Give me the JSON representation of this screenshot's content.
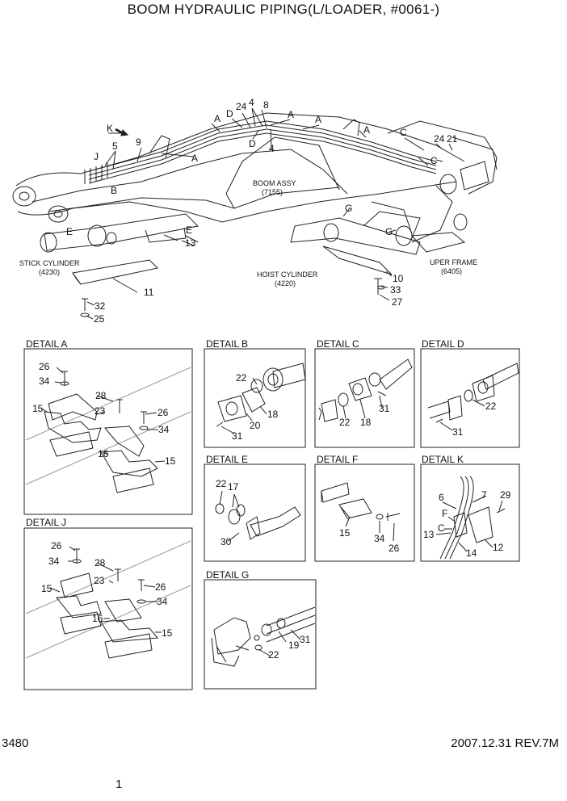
{
  "title": "BOOM HYDRAULIC PIPING(L/LOADER, #0061-)",
  "main": {
    "letters": [
      "K",
      "J",
      "B",
      "E",
      "A",
      "A",
      "D",
      "D",
      "A",
      "A",
      "A",
      "C",
      "C",
      "G",
      "G",
      "E"
    ],
    "parts": [
      "5",
      "9",
      "24",
      "4",
      "8",
      "4",
      "24",
      "21",
      "13",
      "10",
      "33",
      "27",
      "11",
      "32",
      "25"
    ],
    "assemblies": {
      "boom": [
        "BOOM ASSY",
        "(7155)"
      ],
      "stick": [
        "STICK CYLINDER",
        "(4230)"
      ],
      "hoist": [
        "HOIST CYLINDER",
        "(4220)"
      ],
      "upper": [
        "UPER FRAME",
        "(6405)"
      ]
    }
  },
  "details": {
    "a": {
      "title": "DETAIL A",
      "labels": [
        "26",
        "34",
        "28",
        "15",
        "23",
        "26",
        "34",
        "16",
        "15"
      ]
    },
    "b": {
      "title": "DETAIL B",
      "labels": [
        "22",
        "18",
        "20",
        "31"
      ]
    },
    "c": {
      "title": "DETAIL C",
      "labels": [
        "22",
        "18",
        "31"
      ]
    },
    "d": {
      "title": "DETAIL D",
      "labels": [
        "22",
        "31"
      ]
    },
    "e": {
      "title": "DETAIL E",
      "labels": [
        "22",
        "17",
        "30"
      ]
    },
    "f": {
      "title": "DETAIL F",
      "labels": [
        "15",
        "34",
        "26"
      ]
    },
    "k": {
      "title": "DETAIL K",
      "labels": [
        "6",
        "7",
        "29",
        "F",
        "13",
        "C",
        "14",
        "12"
      ]
    },
    "j": {
      "title": "DETAIL J",
      "labels": [
        "26",
        "34",
        "28",
        "15",
        "23",
        "26",
        "34",
        "16",
        "15"
      ]
    },
    "g": {
      "title": "DETAIL G",
      "labels": [
        "19",
        "31",
        "22"
      ]
    }
  },
  "footer": {
    "page_code": "3480",
    "revision": "2007.12.31 REV.7M",
    "page_number": "1"
  }
}
